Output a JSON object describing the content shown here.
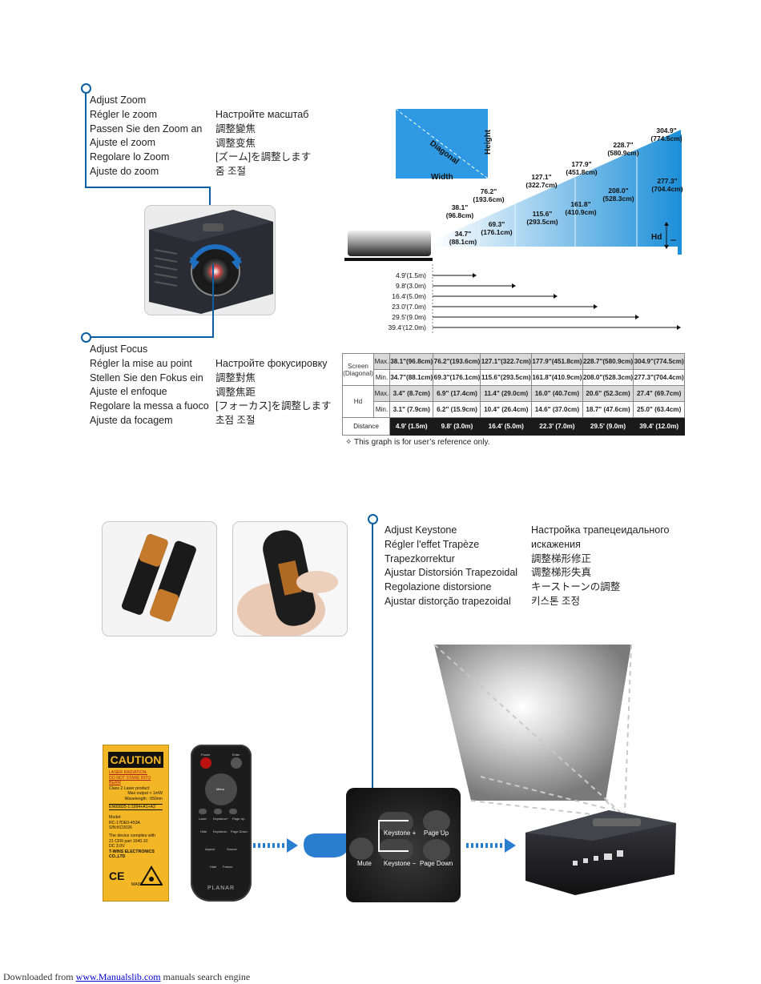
{
  "zoom": {
    "left": [
      "Adjust Zoom",
      "Régler le zoom",
      "Passen Sie den Zoom an",
      "Ajuste el zoom",
      "Regolare lo Zoom",
      "Ajuste do zoom"
    ],
    "right": [
      "Настройте масштаб",
      "調整變焦",
      "调整变焦",
      "[ズーム]を調整します",
      "줌 조절"
    ]
  },
  "focus": {
    "left": [
      "Adjust Focus",
      "Régler la mise au point",
      "Stellen Sie den Fokus ein",
      "Ajuste el enfoque",
      "Regolare la messa a fuoco",
      "Ajuste da focagem"
    ],
    "right": [
      "Настройте фокусировку",
      "調整對焦",
      "调整焦距",
      "[フォーカス]を調整します",
      "초점 조절"
    ]
  },
  "keystone": {
    "left": [
      "Adjust Keystone",
      "Régler l'effet Trapèze",
      "Trapezkorrektur",
      "Ajustar Distorsión Trapezoidal",
      "Regolazione distorsione",
      "Ajustar distorção trapezoidal"
    ],
    "right": [
      "Настройка трапецеидального",
      "искажения",
      "調整梯形修正",
      "调整梯形失真",
      "キーストーンの調整",
      "키스톤 조정"
    ]
  },
  "diagram": {
    "screen_labels": {
      "diagonal": "Diagonal",
      "height": "Height",
      "width": "Width",
      "hd": "Hd"
    },
    "diagonals": [
      "38.1\"",
      "(96.8cm)",
      "76.2\"",
      "(193.6cm)",
      "127.1\"",
      "(322.7cm)",
      "177.9\"",
      "(451.8cm)",
      "228.7\"",
      "(580.9cm)",
      "304.9\"",
      "(774.5cm)"
    ],
    "heights": [
      "34.7\"",
      "(88.1cm)",
      "69.3\"",
      "(176.1cm)",
      "115.6\"",
      "(293.5cm)",
      "161.8\"",
      "(410.9cm)",
      "208.0\"",
      "(528.3cm)",
      "277.3\"",
      "(704.4cm)"
    ],
    "distances": [
      "4.9'(1.5m)",
      "9.8'(3.0m)",
      "16.4'(5.0m)",
      "23.0'(7.0m)",
      "29.5'(9.0m)",
      "39.4'(12.0m)"
    ]
  },
  "table": {
    "screen_label": "Screen",
    "diagonal_label": "(Diagonal)",
    "hd_label": "Hd",
    "distance_label": "Distance",
    "max": "Max.",
    "min": "Min.",
    "screen_max": [
      "38.1\"(96.8cm)",
      "76.2\"(193.6cm)",
      "127.1\"(322.7cm)",
      "177.9\"(451.8cm)",
      "228.7\"(580.9cm)",
      "304.9\"(774.5cm)"
    ],
    "screen_min": [
      "34.7\"(88.1cm)",
      "69.3\"(176.1cm)",
      "115.6\"(293.5cm)",
      "161.8\"(410.9cm)",
      "208.0\"(528.3cm)",
      "277.3\"(704.4cm)"
    ],
    "hd_max": [
      "3.4\" (8.7cm)",
      "6.9\" (17.4cm)",
      "11.4\" (29.0cm)",
      "16.0\" (40.7cm)",
      "20.6\" (52.3cm)",
      "27.4\" (69.7cm)"
    ],
    "hd_min": [
      "3.1\" (7.9cm)",
      "6.2\" (15.9cm)",
      "10.4\" (26.4cm)",
      "14.6\" (37.0cm)",
      "18.7\" (47.6cm)",
      "25.0\" (63.4cm)"
    ],
    "distance": [
      "4.9' (1.5m)",
      "9.8' (3.0m)",
      "16.4' (5.0m)",
      "22.3' (7.0m)",
      "29.5' (9.0m)",
      "39.4' (12.0m)"
    ],
    "note": "✧ This graph is for user’s reference only."
  },
  "caution_label": {
    "title": "CAUTION",
    "lines": [
      "LASER RADIATION-",
      "DO NOT STARE INTO BEAM",
      "Class 2 Laser product",
      "Max output < 1mW",
      "Wavelength : 650nm",
      "EN60825-1:1994+A1+A2",
      "Model:",
      "RC-17DE0-453A",
      "S/N:KC0026",
      "The device complies with",
      "21 CFR part 1040.10",
      "DC 3.0V",
      "T-WINS ELECTRONICS CO.,LTD",
      "CE",
      "MADE IN CHINA"
    ]
  },
  "remote": {
    "labels": [
      "Power",
      "Enter",
      "Menu",
      "Laser",
      "Keystone+",
      "Page Up",
      "Hide",
      "Keystone-",
      "Page Down",
      "Aspect",
      "Source",
      "Hide",
      "Freeze"
    ],
    "brand": "PLANAR"
  },
  "keypad": {
    "ks_plus": "Keystone +",
    "ks_minus": "Keystone −",
    "page_up": "Page Up",
    "page_down": "Page Down",
    "mute": "Mute"
  },
  "footer": {
    "prefix": "Downloaded from ",
    "link": "www.Manualslib.com",
    "suffix": " manuals search engine"
  }
}
